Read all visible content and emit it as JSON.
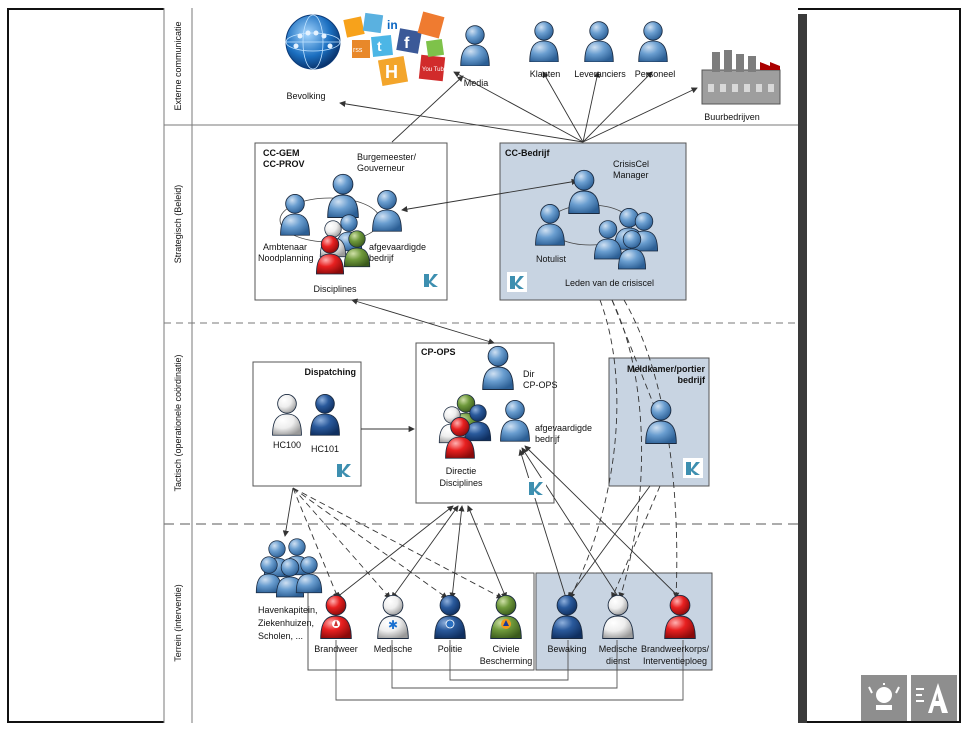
{
  "lanes": {
    "external": "Externe communicatie",
    "strategic": "Strategisch (Beleid)",
    "tactical": "Tactisch (operationele coördinatie)",
    "terrain": "Terrein (interventie)"
  },
  "external": {
    "bevolking": "Bevolking",
    "media": "Media",
    "klanten": "Klanten",
    "leveranciers": "Leveranciers",
    "personeel": "Personeel",
    "buurbedrijven": "Buurbedrijven"
  },
  "cc_gem": {
    "title1": "CC-GEM",
    "title2": "CC-PROV",
    "burgemeester1": "Burgemeester/",
    "burgemeester2": "Gouverneur",
    "ambtenaar1": "Ambtenaar",
    "ambtenaar2": "Noodplanning",
    "afgevaardigde1": "afgevaardigde",
    "afgevaardigde2": "bedrijf",
    "disciplines": "Disciplines"
  },
  "cc_bedrijf": {
    "title": "CC-Bedrijf",
    "manager1": "CrisisCel",
    "manager2": "Manager",
    "notulist": "Notulist",
    "leden": "Leden van de crisiscel"
  },
  "dispatching": {
    "title": "Dispatching",
    "hc100": "HC100",
    "hc101": "HC101"
  },
  "cp_ops": {
    "title": "CP-OPS",
    "dir1": "Dir",
    "dir2": "CP-OPS",
    "afgevaardigde1": "afgevaardigde",
    "afgevaardigde2": "bedrijf",
    "directie1": "Directie",
    "directie2": "Disciplines"
  },
  "meldkamer": {
    "title1": "Meldkamer/portier",
    "title2": "bedrijf"
  },
  "terrain": {
    "haven1": "Havenkapitein,",
    "haven2": "Ziekenhuizen,",
    "haven3": "Scholen, ...",
    "brandweer": "Brandweer",
    "medische": "Medische",
    "politie": "Politie",
    "civiele1": "Civiele",
    "civiele2": "Bescherming",
    "bewaking": "Bewaking",
    "medische_dienst1": "Medische",
    "medische_dienst2": "dienst",
    "brandweerkorps1": "Brandweerkorps/",
    "brandweerkorps2": "Interventieploeg"
  },
  "social_icons": [
    "b",
    "in",
    "t",
    "f",
    "H",
    "You Tube",
    "rss",
    "b"
  ],
  "colors": {
    "person_blue": "#4f87c0",
    "person_navy": "#1f4f8f",
    "person_red": "#e01e1e",
    "person_green": "#6a8f3a",
    "person_white": "#e9e9e9",
    "company_box": "#c8d4e2",
    "divider": "#7a7a7a"
  },
  "icons": [
    "globe-icon",
    "social-media-icon",
    "factory-icon",
    "company-logo-icon",
    "fire-icon",
    "cross-icon",
    "police-badge-icon",
    "civil-protection-icon"
  ]
}
